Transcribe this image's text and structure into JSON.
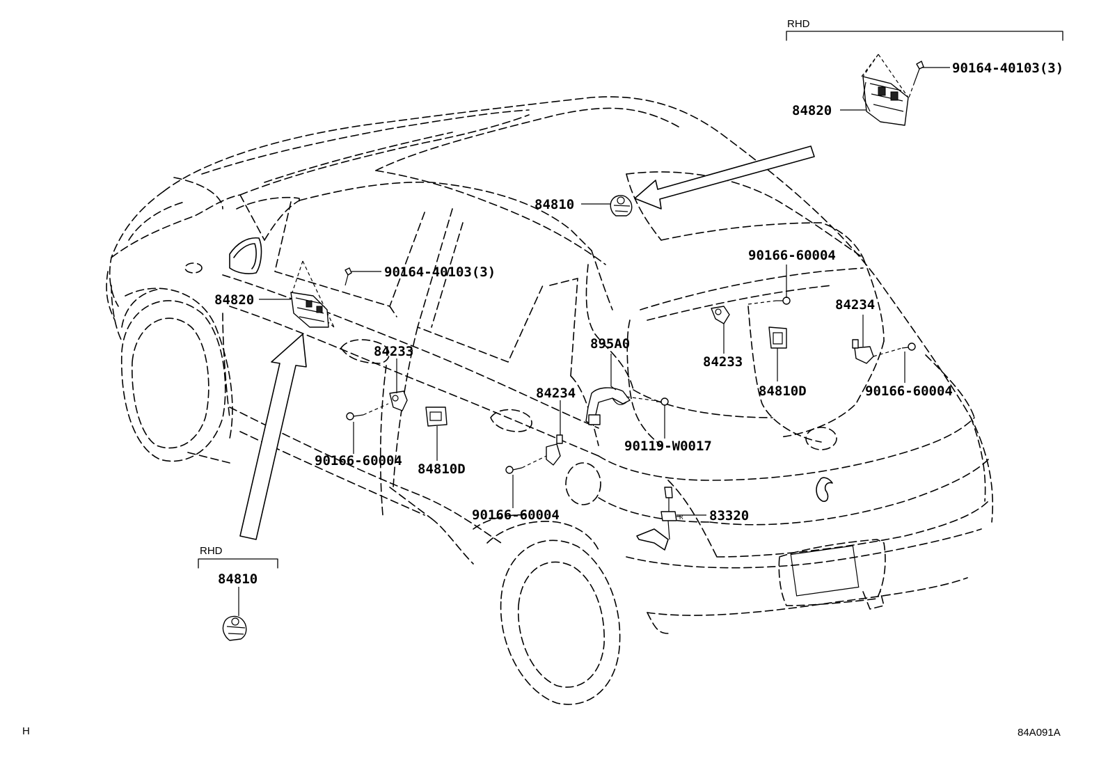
{
  "rhd_top": {
    "label": "RHD"
  },
  "rhd_bottom": {
    "label": "RHD"
  },
  "callouts": {
    "bolt_rhd_switch": "90164-40103(3)",
    "switch_rhd": "84820",
    "switch_rear": "84810",
    "screw_front_door_switch": "90164-40103(3)",
    "switch_front": "84820",
    "switch_lh_rear_door": "84233",
    "screw_lh_front": "90166-60004",
    "switch_lh_front_d": "84810D",
    "switch_lh_rear_door_b": "84234",
    "screw_lh_rear": "90166-60004",
    "harness": "895A0",
    "screw_harness": "90119-W0017",
    "screw_rh_upper": "90166-60004",
    "switch_rh_84233": "84233",
    "switch_rh_84810d": "84810D",
    "switch_rh_84234": "84234",
    "screw_rh_rear": "90166-60004",
    "sensor": "83320",
    "switch_rhd_bottom": "84810"
  },
  "footer": {
    "left": "H",
    "right": "84A091A"
  }
}
